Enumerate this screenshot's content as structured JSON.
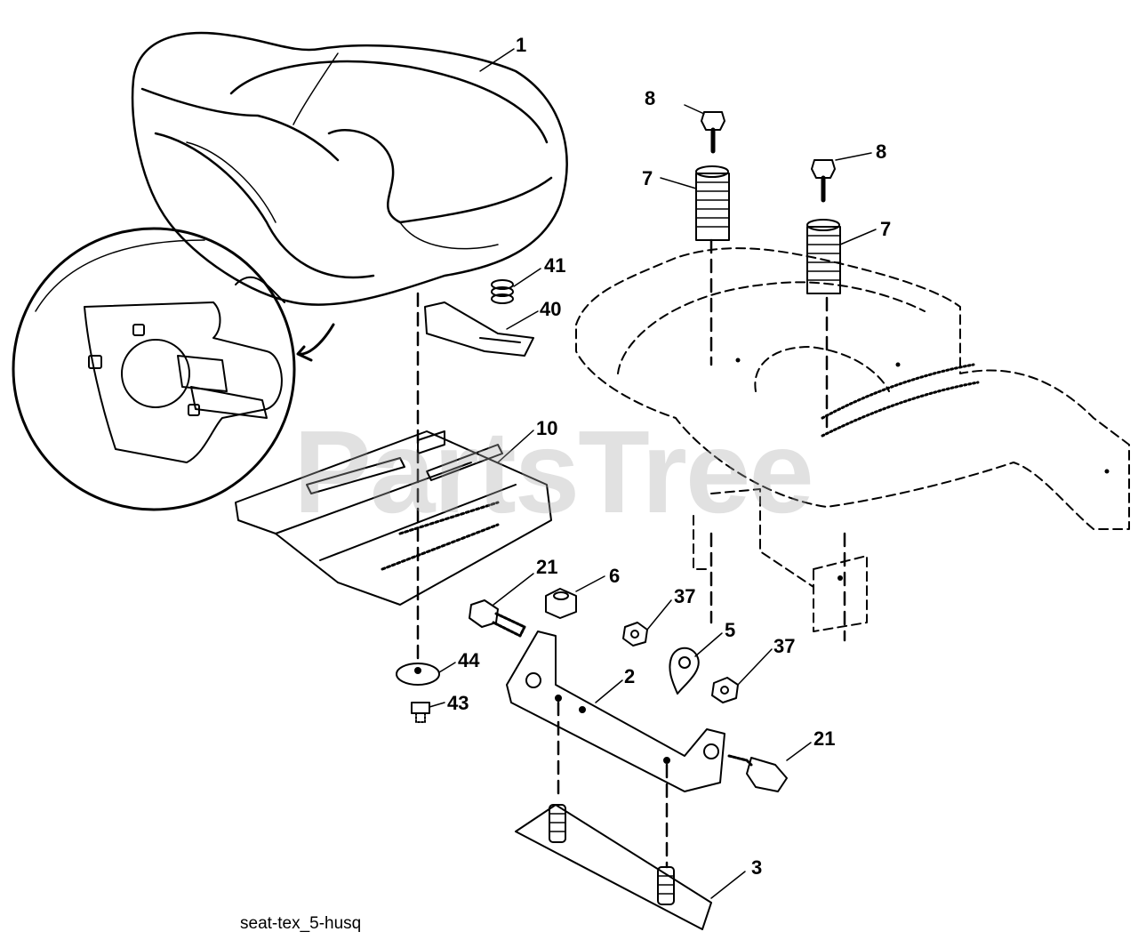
{
  "diagram": {
    "caption": "seat-tex_5-husq",
    "watermark": "PartsTree",
    "callouts": [
      "1",
      "8",
      "8",
      "7",
      "7",
      "41",
      "40",
      "10",
      "21",
      "6",
      "37",
      "5",
      "37",
      "2",
      "44",
      "43",
      "21",
      "3"
    ]
  }
}
